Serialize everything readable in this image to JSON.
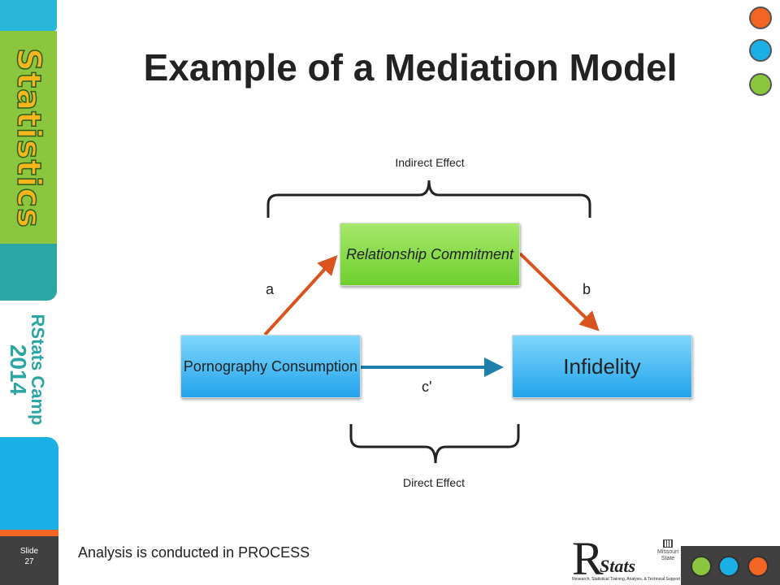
{
  "slide": {
    "title": "Example of a Mediation Model",
    "number_label": "Slide",
    "number": "27",
    "footer": "Analysis is conducted in PROCESS"
  },
  "sidebar": {
    "logo_text": "Statistics",
    "event_line1": "RStats Camp",
    "event_line2": "2014"
  },
  "diagram": {
    "indirect_label": "Indirect Effect",
    "direct_label": "Direct Effect",
    "mediator": "Relationship Commitment",
    "predictor": "Pornography Consumption",
    "outcome": "Infidelity",
    "path_a": "a",
    "path_b": "b",
    "path_c": "c'"
  },
  "branding": {
    "logo_letter": "R",
    "logo_word": "Stats",
    "tagline": "Research, Statistical Training, Analysis, & Technical Support",
    "partner": "Missouri State"
  },
  "colors": {
    "green": "#8cc63f",
    "blue": "#1ab0e6",
    "orange": "#f26522",
    "arrow_orange": "#d9531e",
    "arrow_blue": "#1f7fa8"
  }
}
